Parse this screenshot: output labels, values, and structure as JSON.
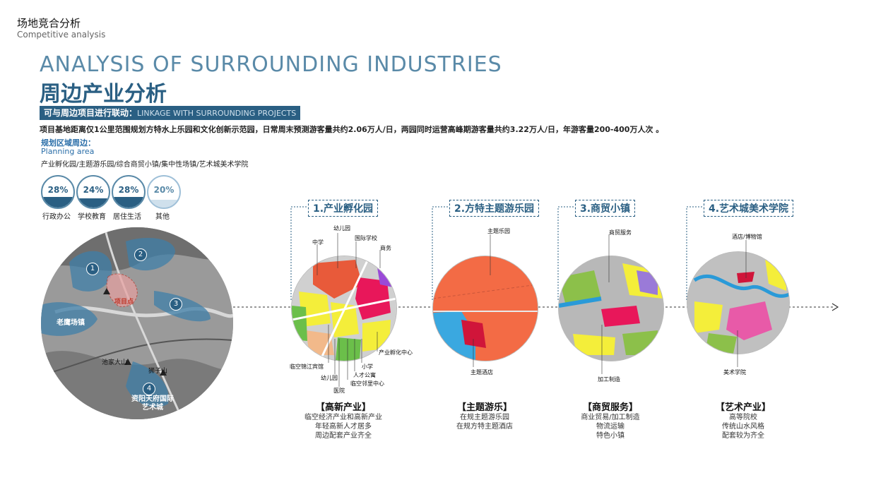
{
  "header": {
    "title_cn": "场地竞合分析",
    "title_en": "Competitive analysis"
  },
  "main": {
    "title_en": "ANALYSIS OF SURROUNDING INDUSTRIES",
    "title_cn": "周边产业分析",
    "bar_cn": "可与周边项目进行联动：",
    "bar_en": "LINKAGE WITH SURROUNDING PROJECTS",
    "description": "项目基地距离仅1公里范围规划方特水上乐园和文化创新示范园，日常周末预测游客量共约2.06万人/日，两园同时运营高峰期游客量共约3.22万人/日，年游客量200-400万人次 。",
    "planning_cn": "规划区域周边：",
    "planning_en": "Planning area",
    "planning_list": "产业孵化园/主题游乐园/综合商贸小镇/集中性场镇/艺术城美术学院"
  },
  "stats": [
    {
      "value": "28%",
      "label": "行政办公",
      "fill": 0.28
    },
    {
      "value": "24%",
      "label": "学校教育",
      "fill": 0.24
    },
    {
      "value": "28%",
      "label": "居住生活",
      "fill": 0.28
    },
    {
      "value": "20%",
      "label": "其他",
      "fill": 0.2
    }
  ],
  "map": {
    "markers": [
      "1",
      "2",
      "3",
      "4"
    ],
    "labels": {
      "laoying": "老鹰场镇",
      "site": "项目点",
      "chijia": "池家大山",
      "shizi": "狮子山",
      "ziyang": "资阳天府国际艺术城"
    }
  },
  "sections": [
    {
      "tag": "1.产业孵化园",
      "annotations": [
        "幼儿园",
        "国际学校",
        "中学",
        "商务",
        "产业孵化中心",
        "临空锦江宾馆",
        "幼儿园",
        "小学",
        "人才公寓",
        "临空邻里中心",
        "医院"
      ],
      "category": "【高新产业】",
      "lines": [
        "临空经济产业和高新产业",
        "年轻高新人才居多",
        "周边配套产业齐全"
      ]
    },
    {
      "tag": "2.方特主题游乐园",
      "annotations": [
        "主题乐园",
        "主题酒店"
      ],
      "category": "【主题游乐】",
      "lines": [
        "在规主题游乐园",
        "在规方特主题酒店"
      ]
    },
    {
      "tag": "3.商贸小镇",
      "annotations": [
        "商贸服务",
        "加工制造"
      ],
      "category": "【商贸服务】",
      "lines": [
        "商业贸易/加工制造",
        "物流运输",
        "特色小镇"
      ]
    },
    {
      "tag": "4.艺术城美术学院",
      "annotations": [
        "酒店/博物馆",
        "美术学院"
      ],
      "category": "【艺术产业】",
      "lines": [
        "高等院校",
        "传统山水风格",
        "配套较为齐全"
      ]
    }
  ],
  "colors": {
    "primary": "#2a5f83",
    "accent": "#5a8aa8",
    "site": "#c0392b"
  }
}
